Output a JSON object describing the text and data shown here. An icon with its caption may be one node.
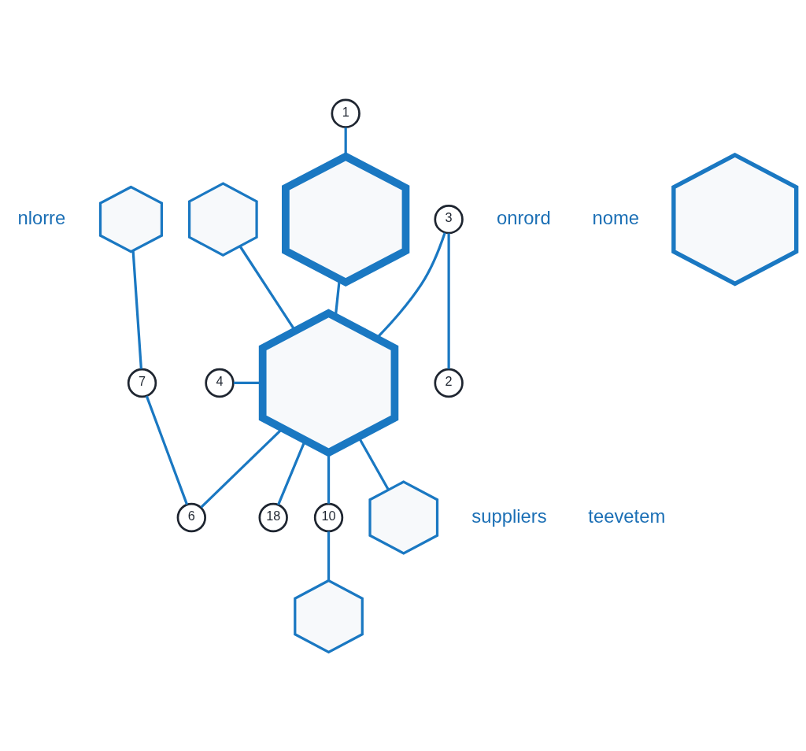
{
  "diagram": {
    "nodes": [
      {
        "text": [],
        "shape": "hexagon"
      },
      {
        "text": [],
        "shape": "hexagon"
      },
      {
        "text": [
          "1"
        ]
      },
      {
        "text": [],
        "shape": "hexagon"
      },
      {
        "text": [
          "3"
        ]
      },
      {
        "text": [
          "2"
        ]
      },
      {
        "text": [],
        "shape": "hexagon"
      },
      {
        "text": [
          "4"
        ]
      },
      {
        "text": [
          "7"
        ]
      },
      {
        "text": [
          "6"
        ]
      },
      {
        "text": [],
        "shape": "hexagon"
      },
      {
        "text": [],
        "shape": "hexagon"
      },
      {
        "text": [
          "18"
        ]
      },
      {
        "text": [
          "10"
        ]
      },
      {
        "text": [],
        "shape": "hexagon"
      }
    ],
    "edges": [
      {
        "from": 2,
        "to": 0,
        "arrow": "none"
      },
      {
        "from": 0,
        "to": 1,
        "arrow": "none"
      },
      {
        "from": 6,
        "to": 1,
        "arrow": "none"
      },
      {
        "from": 4,
        "to": 1,
        "arrow": "none"
      },
      {
        "from": 4,
        "to": 5,
        "arrow": "none"
      },
      {
        "from": 7,
        "to": 1,
        "arrow": "none"
      },
      {
        "from": 1,
        "to": 11,
        "arrow": "none"
      },
      {
        "from": 10,
        "to": 8,
        "arrow": "none"
      },
      {
        "from": 8,
        "to": 9,
        "arrow": "none"
      },
      {
        "from": 1,
        "to": 9,
        "arrow": "none"
      },
      {
        "from": 1,
        "to": 12,
        "arrow": "none"
      },
      {
        "from": 1,
        "to": 13,
        "arrow": "none"
      },
      {
        "from": 13,
        "to": 14,
        "arrow": "none"
      }
    ],
    "labels": [
      "nlorre",
      "onrord",
      "nome",
      "suppliers",
      "teevetem"
    ]
  }
}
